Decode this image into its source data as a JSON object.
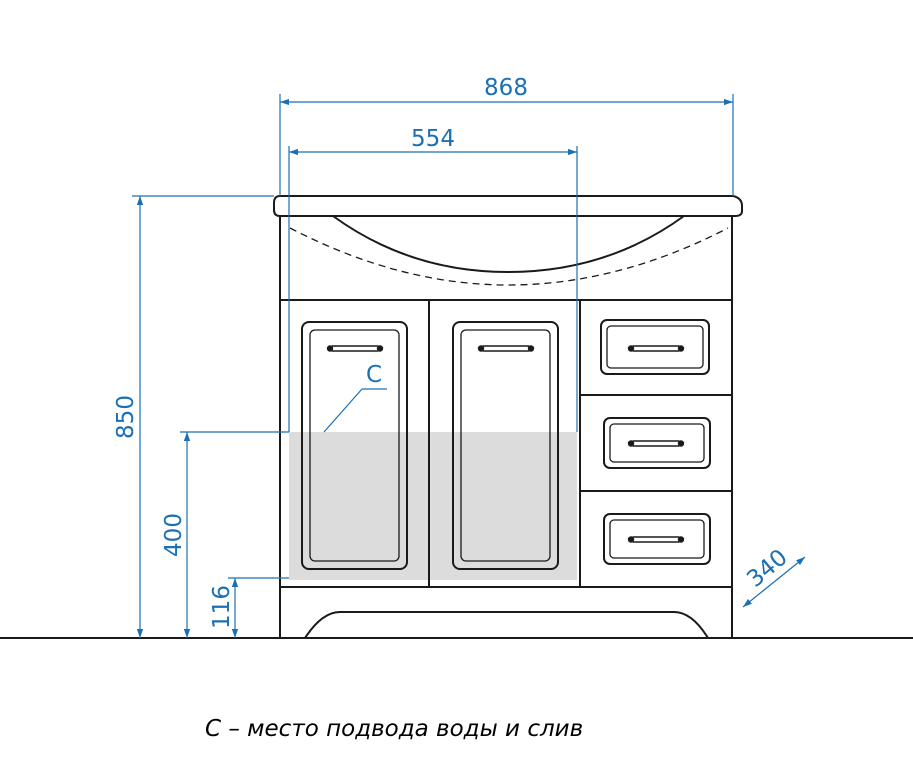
{
  "dimensions": {
    "overall_width": "868",
    "basin_width": "554",
    "overall_height": "850",
    "connection_height": "400",
    "plinth_height": "116",
    "depth": "340"
  },
  "callout_letter": "C",
  "caption": "C – место подвода воды и слив",
  "colors": {
    "dimension": "#1a6fb5",
    "outline": "#1a1a1a",
    "connection_zone": "#dcdcdc"
  }
}
